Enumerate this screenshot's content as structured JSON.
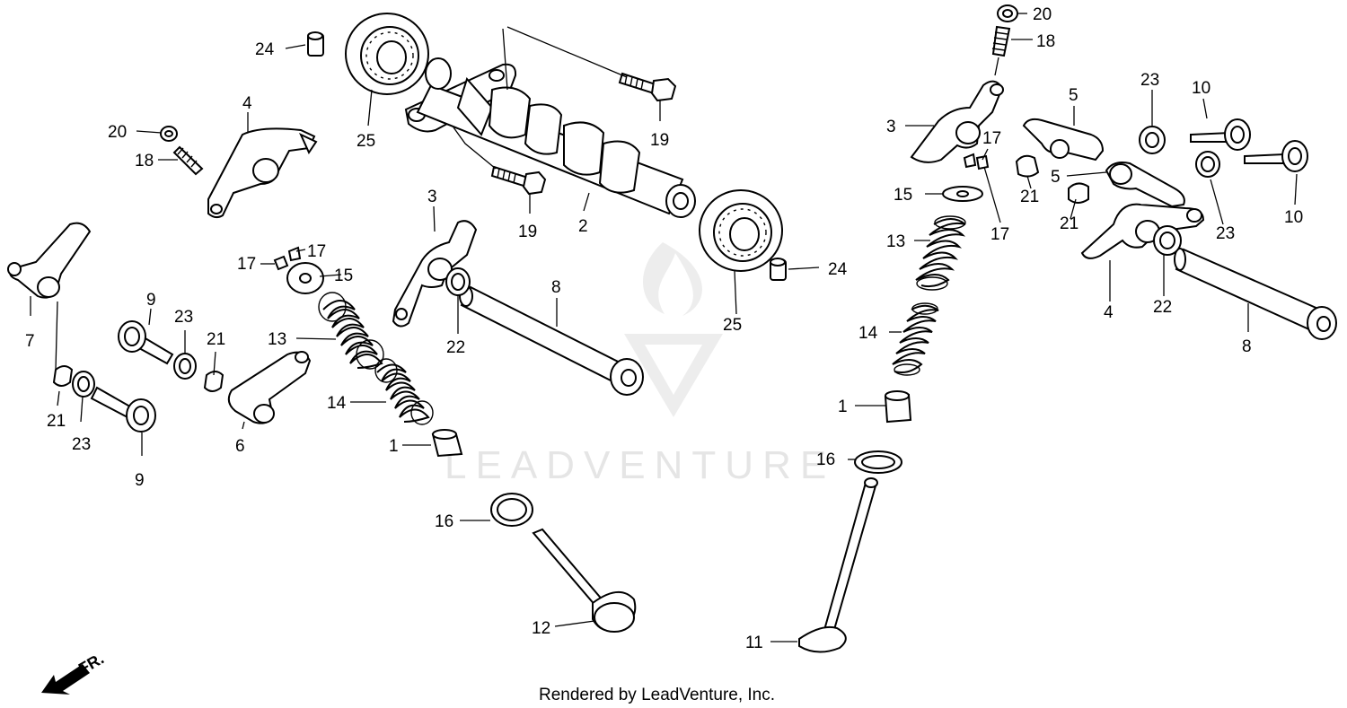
{
  "footer": "Rendered by LeadVenture, Inc.",
  "watermark": "LEADVENTURE",
  "front_indicator": "FR.",
  "callouts": {
    "c24a": "24",
    "c25a": "25",
    "c19a": "19",
    "c19b": "19",
    "c2": "2",
    "c20a": "20",
    "c18a": "18",
    "c4a": "4",
    "c7": "7",
    "c21a": "21",
    "c23a": "23",
    "c9a": "9",
    "c9b": "9",
    "c23b": "23",
    "c21b": "21",
    "c6": "6",
    "c17a": "17",
    "c17b": "17",
    "c15a": "15",
    "c13a": "13",
    "c14a": "14",
    "c1a": "1",
    "c3a": "3",
    "c22a": "22",
    "c8a": "8",
    "c25b": "25",
    "c24b": "24",
    "c16a": "16",
    "c12": "12",
    "c11": "11",
    "c20b": "20",
    "c18b": "18",
    "c3b": "3",
    "c5a": "5",
    "c5b": "5",
    "c23c": "23",
    "c23d": "23",
    "c10a": "10",
    "c10b": "10",
    "c17c": "17",
    "c17d": "17",
    "c21c": "21",
    "c21d": "21",
    "c15b": "15",
    "c13b": "13",
    "c14b": "14",
    "c1b": "1",
    "c16b": "16",
    "c4b": "4",
    "c22b": "22",
    "c8b": "8"
  }
}
